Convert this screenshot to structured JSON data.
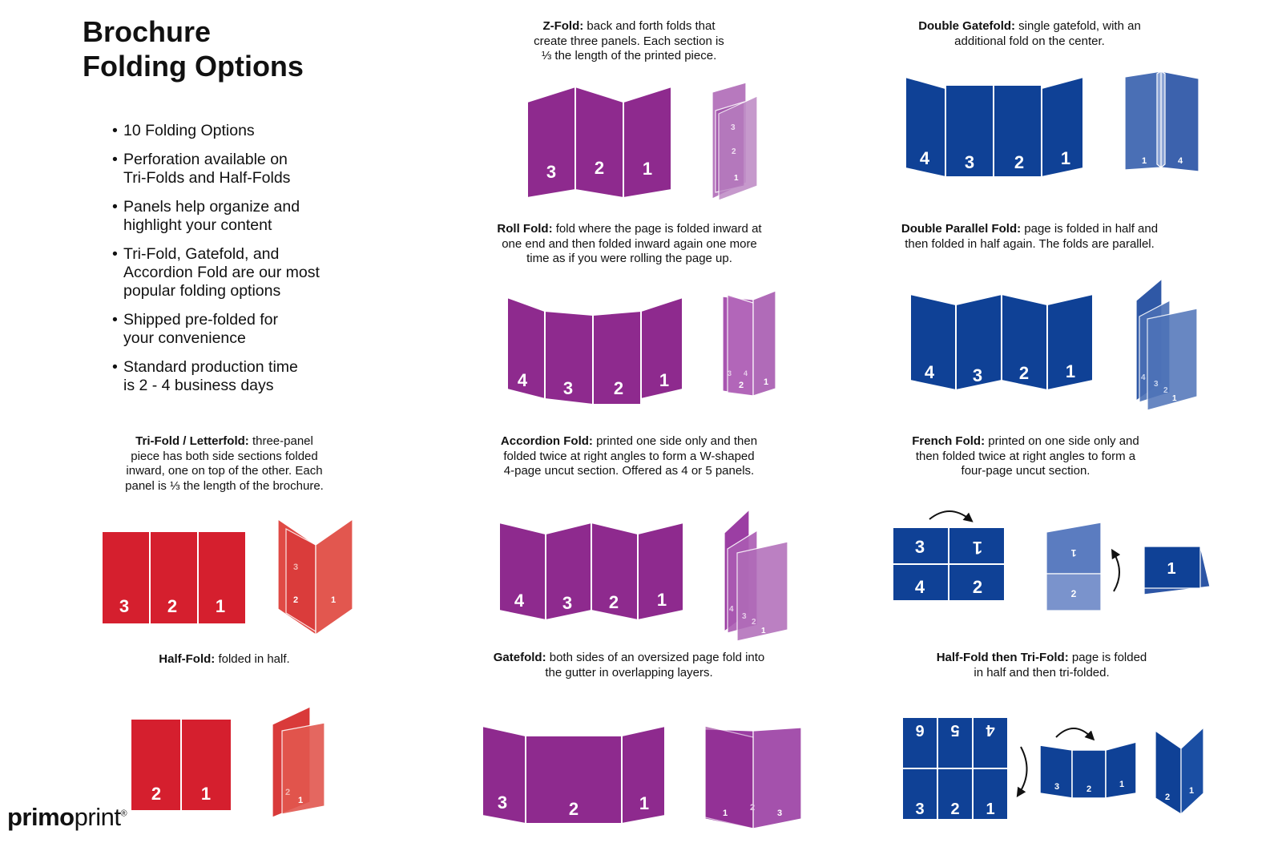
{
  "title_line1": "Brochure",
  "title_line2": "Folding Options",
  "bullets": [
    {
      "l1": "10 Folding Options",
      "l2": "",
      "l3": ""
    },
    {
      "l1": "Perforation available on",
      "l2": "Tri-Folds and Half-Folds",
      "l3": ""
    },
    {
      "l1": "Panels help organize and",
      "l2": "highlight your content",
      "l3": ""
    },
    {
      "l1": "Tri-Fold, Gatefold, and",
      "l2": "Accordion Fold are our most",
      "l3": "popular folding options"
    },
    {
      "l1": "Shipped pre-folded for",
      "l2": "your convenience",
      "l3": ""
    },
    {
      "l1": "Standard production time",
      "l2": "is 2 - 4 business days",
      "l3": ""
    }
  ],
  "folds": {
    "zfold": {
      "name": "Z-Fold:",
      "l1": " back and forth folds that",
      "l2": "create three panels. Each section is",
      "l3": "⅓ the length of the printed piece."
    },
    "dgate": {
      "name": "Double Gatefold:",
      "l1": " single gatefold, with an",
      "l2": "additional fold on the center.",
      "l3": ""
    },
    "roll": {
      "name": "Roll Fold:",
      "l1": " fold where the page is folded inward at",
      "l2": "one end and then folded inward again one more",
      "l3": "time as if you were rolling the page up."
    },
    "dparallel": {
      "name": "Double Parallel Fold:",
      "l1": " page is folded in half and",
      "l2": "then folded in half again. The folds are parallel.",
      "l3": ""
    },
    "trifold": {
      "name": "Tri-Fold / Letterfold:",
      "l1": " three-panel",
      "l2": "piece has both side sections folded",
      "l3": "inward, one on top of the other. Each",
      "l4": "panel is ⅓ the length of the brochure."
    },
    "accordion": {
      "name": "Accordion Fold:",
      "l1": " printed one side only and then",
      "l2": "folded twice at right angles to form a W-shaped",
      "l3": "4-page uncut section. Offered as 4 or 5 panels."
    },
    "french": {
      "name": "French Fold:",
      "l1": " printed on one side only and",
      "l2": "then folded twice at right angles to form a",
      "l3": "four-page uncut section."
    },
    "halffold": {
      "name": "Half-Fold:",
      "l1": " folded in half."
    },
    "gatefold": {
      "name": "Gatefold:",
      "l1": " both sides of an oversized page fold into",
      "l2": "the gutter in overlapping layers."
    },
    "halftri": {
      "name": "Half-Fold then Tri-Fold:",
      "l1": " page is folded",
      "l2": "in half and then tri-folded."
    }
  },
  "panel_numbers": {
    "one": "1",
    "two": "2",
    "three": "3",
    "four": "4",
    "five": "5",
    "six": "6"
  },
  "colors": {
    "purple": "#8e2a8e",
    "blue": "#0f4196",
    "red": "#d51f2e"
  },
  "logo": {
    "part1": "primo",
    "part2": "print",
    "mark": "®"
  }
}
